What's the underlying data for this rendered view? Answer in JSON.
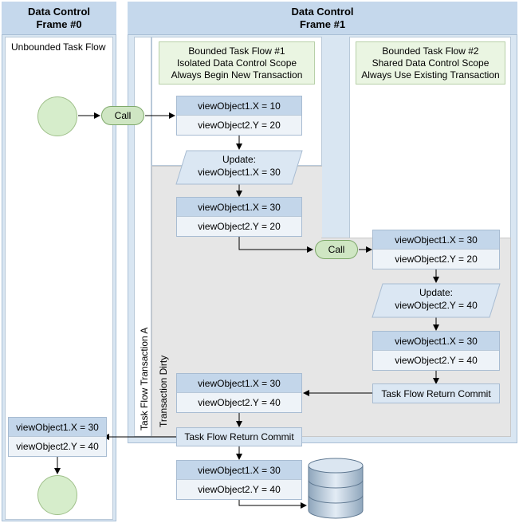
{
  "frame0": {
    "title": "Data Control\nFrame #0",
    "flow_label": "Unbounded Task Flow"
  },
  "frame1": {
    "title": "Data Control\nFrame #1"
  },
  "task_flow_transaction": "Task Flow Transaction A",
  "transaction_dirty": "Transaction Dirty",
  "btf1_note": "Bounded Task Flow #1\nIsolated Data Control Scope\nAlways Begin New Transaction",
  "btf2_note": "Bounded Task Flow #2\nShared Data Control Scope\nAlways Use Existing Transaction",
  "call_label": "Call",
  "commit_label": "Task Flow Return Commit",
  "update1": "Update:\nviewObject1.X = 30",
  "update2": "Update:\nviewObject2.Y = 40",
  "vo_a": {
    "x": "viewObject1.X = 10",
    "y": "viewObject2.Y = 20"
  },
  "vo_b": {
    "x": "viewObject1.X = 30",
    "y": "viewObject2.Y = 20"
  },
  "vo_c": {
    "x": "viewObject1.X = 30",
    "y": "viewObject2.Y = 20"
  },
  "vo_d": {
    "x": "viewObject1.X = 30",
    "y": "viewObject2.Y = 40"
  },
  "vo_e": {
    "x": "viewObject1.X = 30",
    "y": "viewObject2.Y = 40"
  },
  "vo_f": {
    "x": "viewObject1.X = 30",
    "y": "viewObject2.Y = 40"
  },
  "vo_g": {
    "x": "viewObject1.X = 30",
    "y": "viewObject2.Y = 40"
  },
  "colors": {
    "frame_bg": "#d9e6f2",
    "header_bg": "#c5d8ec",
    "note_bg": "#eaf5e2",
    "dirty_bg": "#e6e6e6",
    "vo_header": "#c3d6ea",
    "start_node": "#d6edcb"
  }
}
